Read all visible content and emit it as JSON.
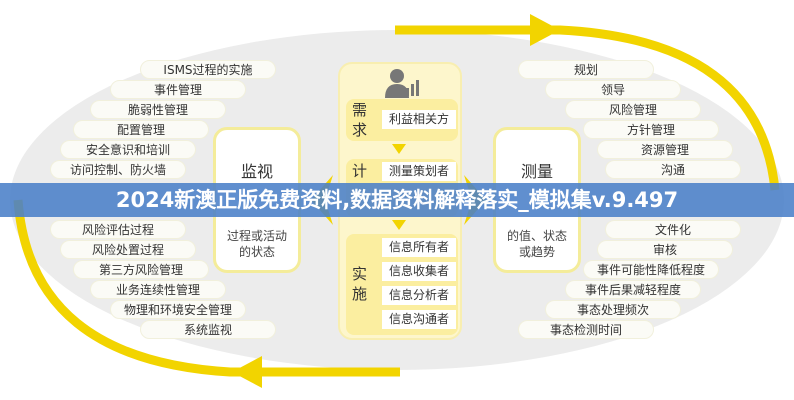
{
  "banner": {
    "title": "2024新澳正版免费资料,数据资料解释落实_模拟集v.9.497"
  },
  "left_items": [
    "ISMS过程的实施",
    "事件管理",
    "脆弱性管理",
    "配置管理",
    "安全意识和培训",
    "访问控制、防火墙",
    "风险评估过程",
    "风险处置过程",
    "第三方风险管理",
    "业务连续性管理",
    "物理和环境安全管理",
    "系统监视"
  ],
  "monitor": {
    "title": "监视",
    "desc_line1": "过程或活动",
    "desc_line2": "的状态"
  },
  "center": {
    "icon": "person-chart-icon",
    "requirement": {
      "label": "需求",
      "items": [
        "利益相关方"
      ]
    },
    "plan": {
      "label": "计",
      "items": [
        "测量策划者"
      ]
    },
    "implement": {
      "label": "实施",
      "items": [
        "信息所有者",
        "信息收集者",
        "信息分析者",
        "信息沟通者"
      ]
    }
  },
  "measure": {
    "title": "测量",
    "desc_line1": "的值、状态",
    "desc_line2": "或趋势"
  },
  "right_items": [
    "规划",
    "领导",
    "风险管理",
    "方针管理",
    "资源管理",
    "沟通",
    "文件化",
    "审核",
    "事件可能性降低程度",
    "事件后果减轻程度",
    "事态处理频次",
    "事态检测时间"
  ],
  "colors": {
    "arrow": "#f2d400",
    "banner": "#4a80c8",
    "panel": "#fdf6cc"
  }
}
